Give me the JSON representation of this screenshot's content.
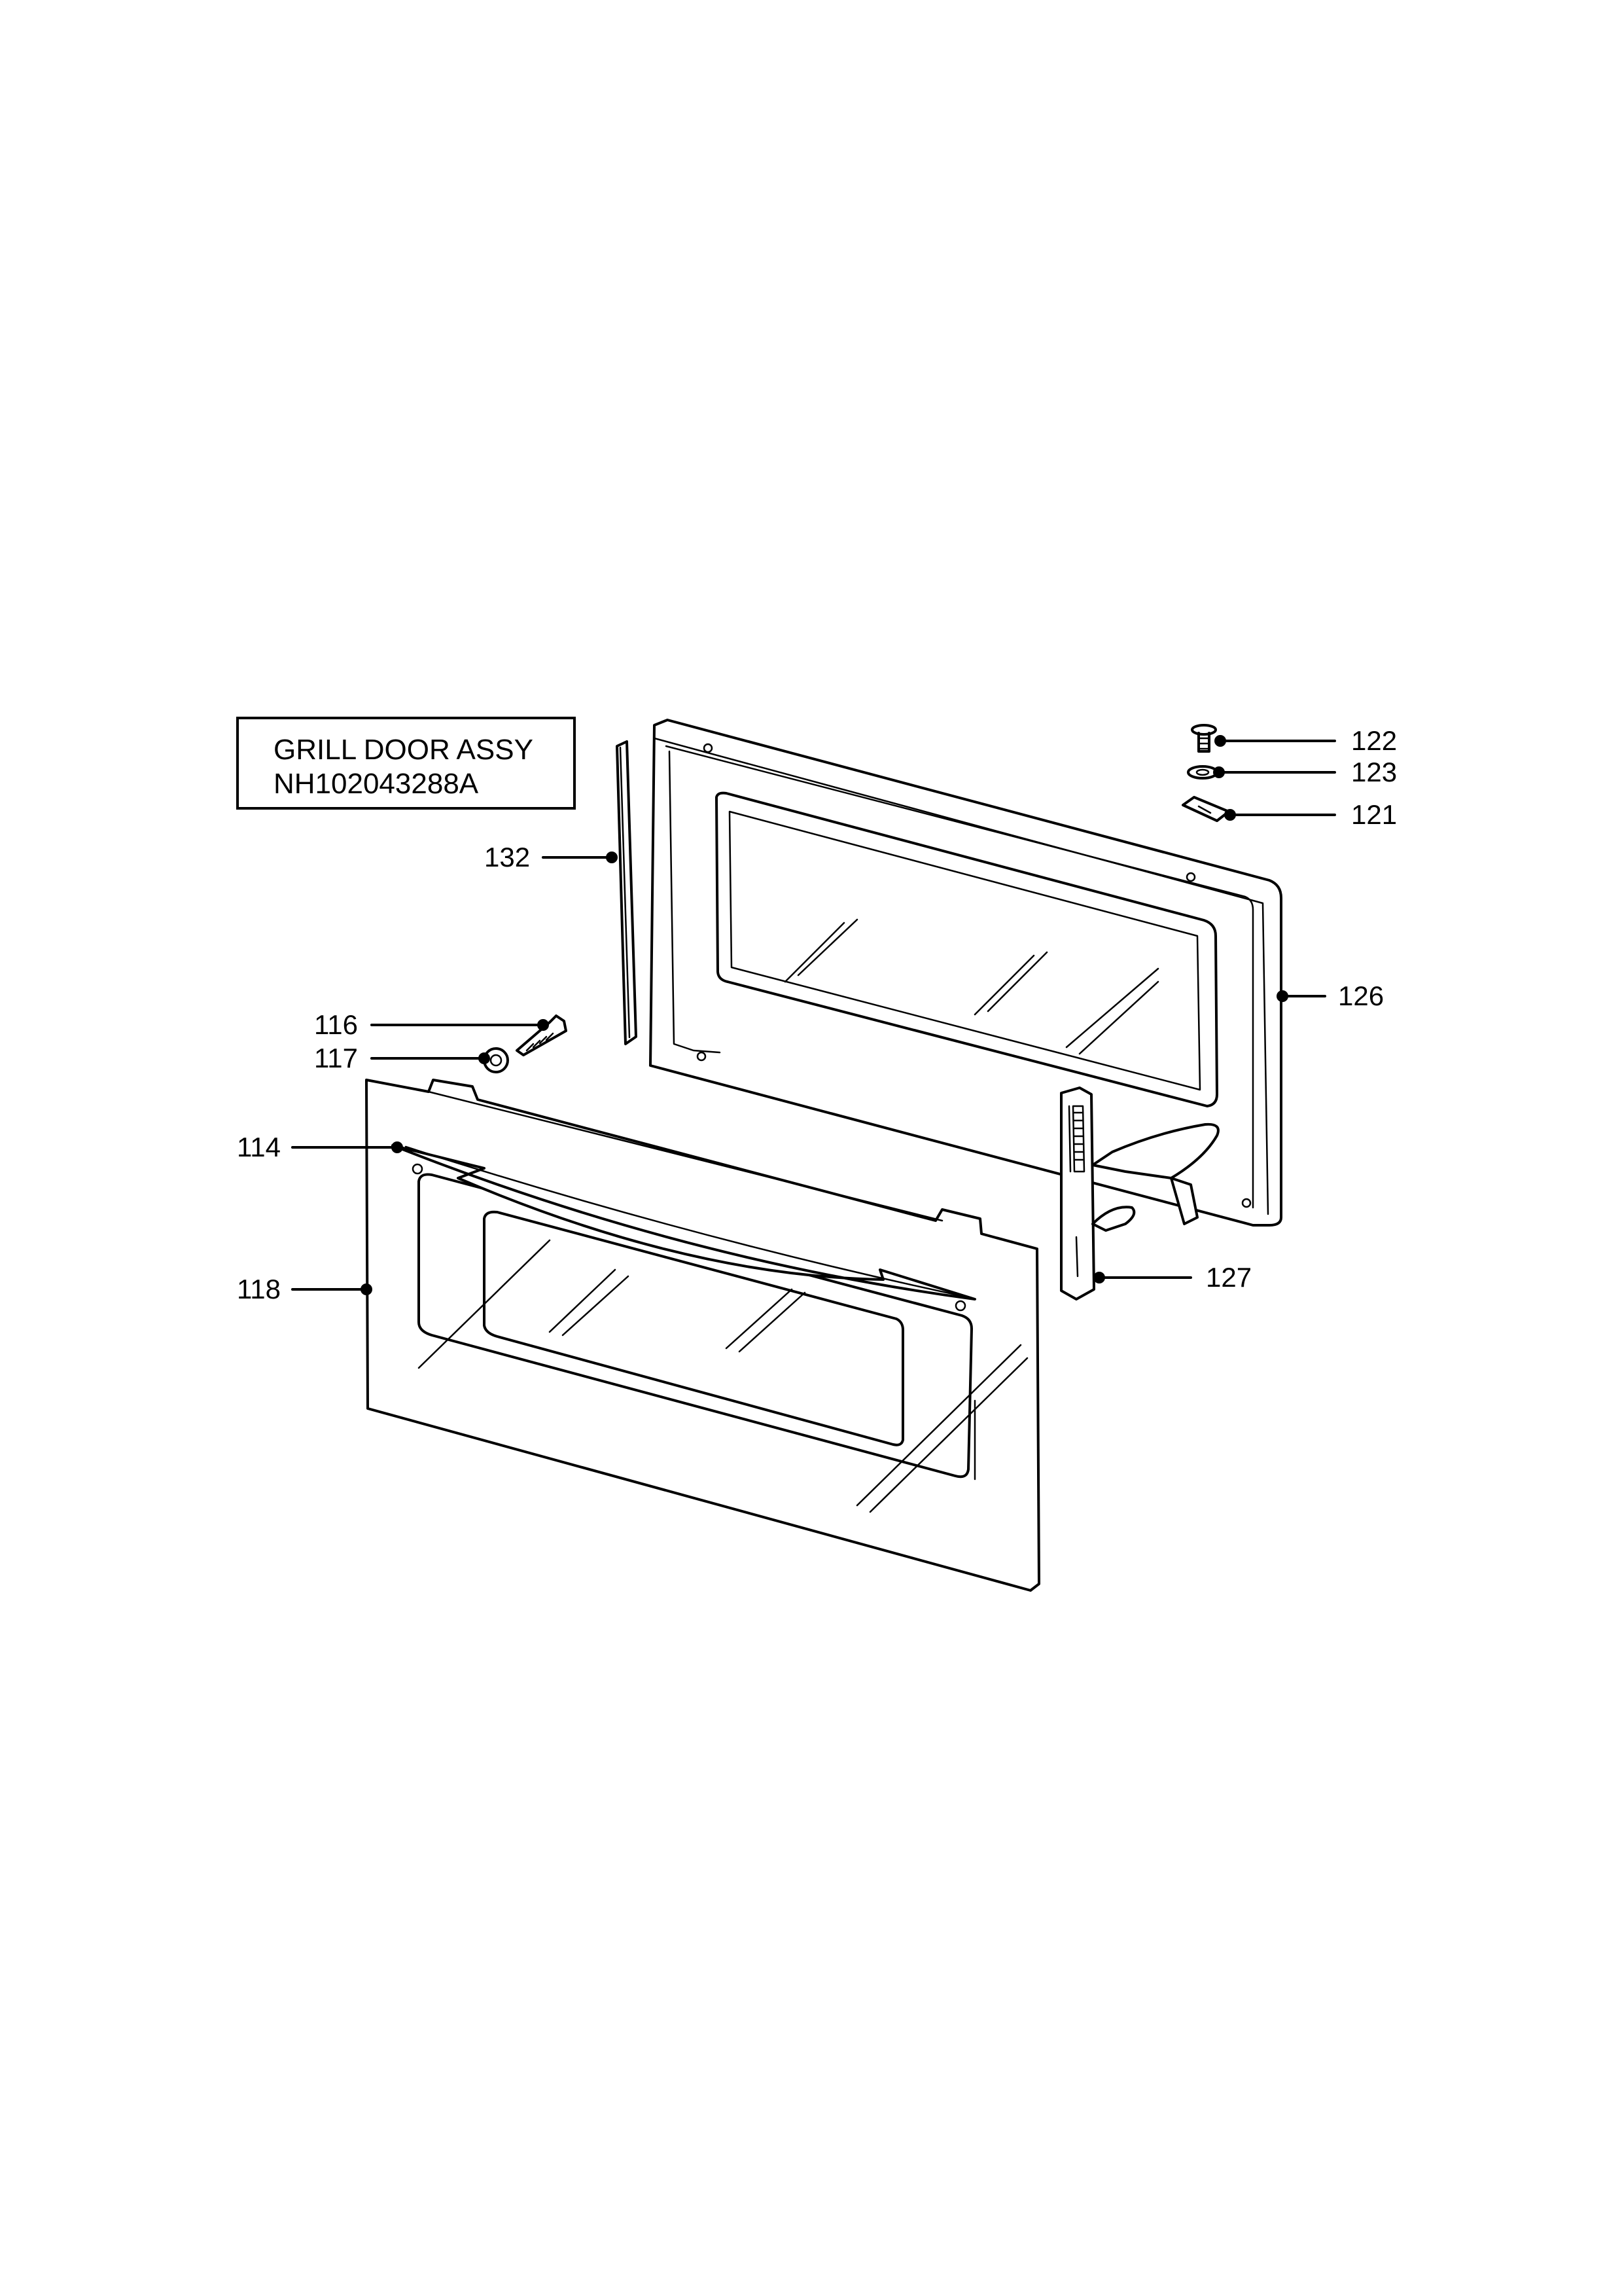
{
  "title_box": {
    "line1": "GRILL DOOR ASSY",
    "line2": "NH102043288A"
  },
  "callouts": [
    {
      "id": "122",
      "label": "122"
    },
    {
      "id": "123",
      "label": "123"
    },
    {
      "id": "121",
      "label": "121"
    },
    {
      "id": "132",
      "label": "132"
    },
    {
      "id": "126",
      "label": "126"
    },
    {
      "id": "116",
      "label": "116"
    },
    {
      "id": "117",
      "label": "117"
    },
    {
      "id": "114",
      "label": "114"
    },
    {
      "id": "118",
      "label": "118"
    },
    {
      "id": "127",
      "label": "127"
    }
  ]
}
